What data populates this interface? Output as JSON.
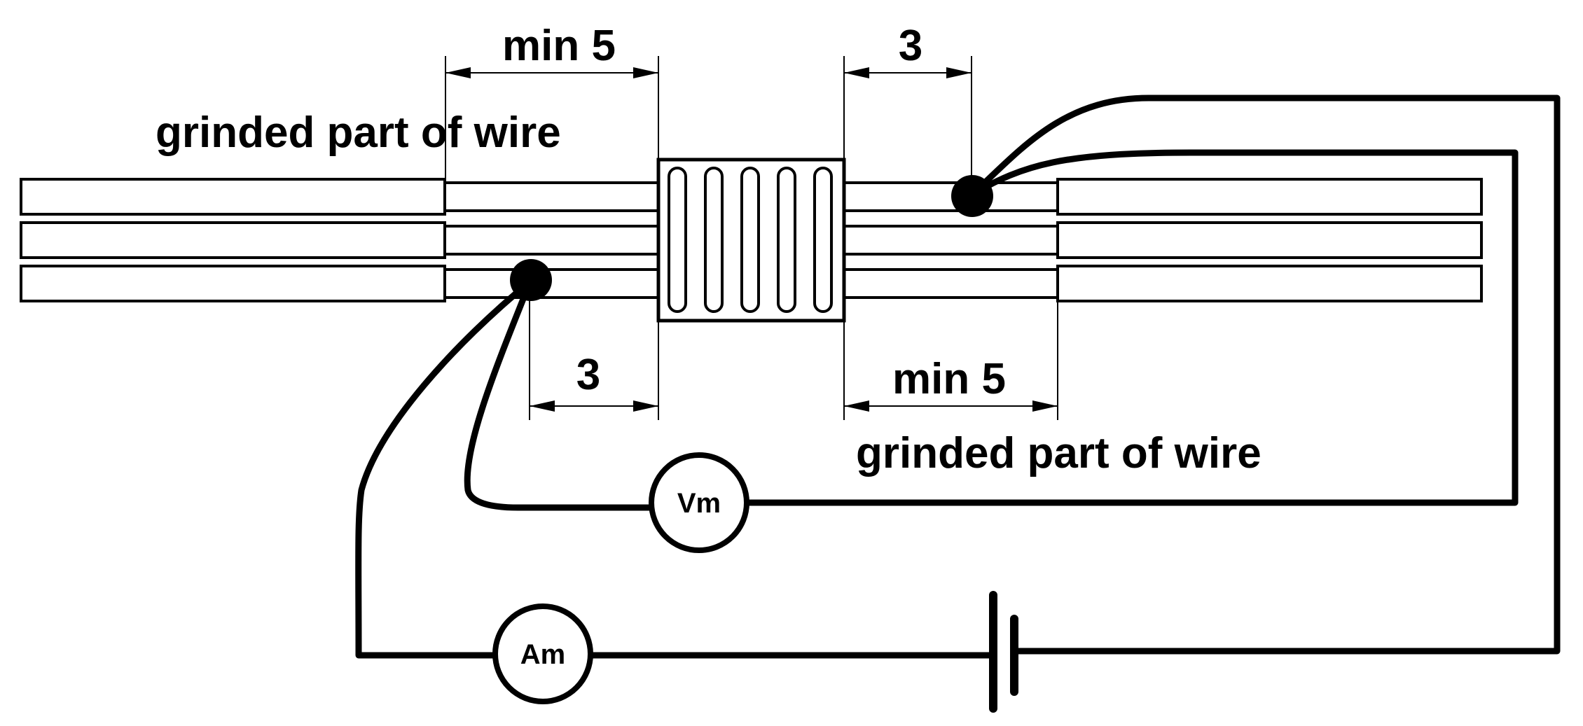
{
  "labels": {
    "top_left_dimension": "min 5",
    "top_right_dimension": "3",
    "bottom_left_dimension": "3",
    "bottom_right_dimension": "min 5",
    "top_grinded_note": "grinded part of wire",
    "bottom_grinded_note": "grinded part of wire"
  },
  "instruments": {
    "voltmeter": "Vm",
    "ammeter": "Am"
  },
  "colors": {
    "line": "#000000",
    "background": "#ffffff"
  }
}
